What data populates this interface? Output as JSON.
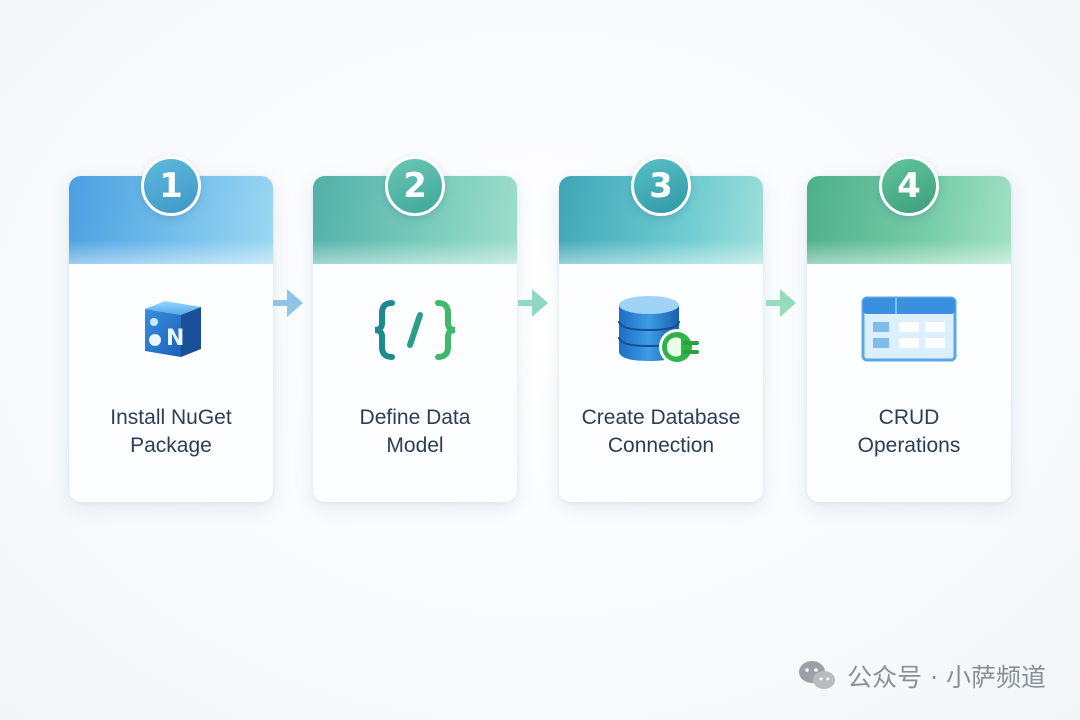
{
  "steps": [
    {
      "number": "1",
      "line1": "Install NuGet",
      "line2": "Package",
      "icon": "nuget-package-icon"
    },
    {
      "number": "2",
      "line1": "Define Data",
      "line2": "Model",
      "icon": "code-braces-icon"
    },
    {
      "number": "3",
      "line1": "Create Database",
      "line2": "Connection",
      "icon": "database-plug-icon"
    },
    {
      "number": "4",
      "line1": "CRUD",
      "line2": "Operations",
      "icon": "table-grid-icon"
    }
  ],
  "colors": {
    "step1": [
      "#4a9fe0",
      "#8dd0ef"
    ],
    "step2": [
      "#55b9ac",
      "#8fd8c3"
    ],
    "step3": [
      "#3eaab8",
      "#88dad8"
    ],
    "step4": [
      "#4fb592",
      "#93dcbd"
    ],
    "arrow1": "#8fc4e6",
    "arrow2": "#8fd8c3",
    "arrow3": "#93dcbd",
    "text": "#2b3e55"
  },
  "watermark": {
    "text": "公众号 · 小萨频道",
    "icon": "wechat-icon"
  }
}
